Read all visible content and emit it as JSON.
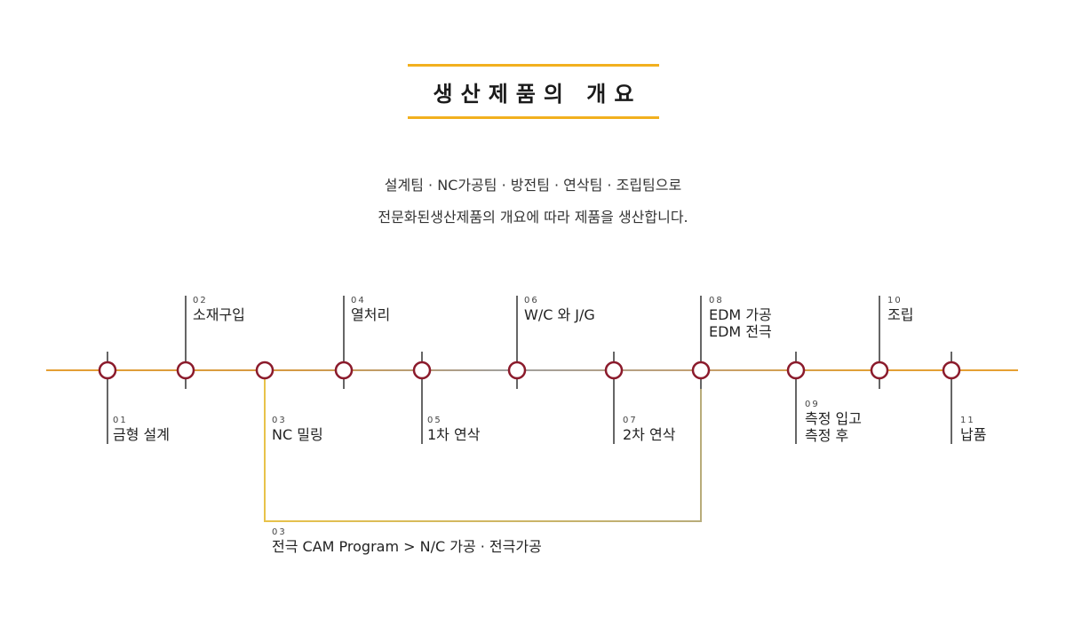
{
  "title": "생산제품의 개요",
  "description": {
    "line1": "설계팀 · NC가공팀 · 방전팀 · 연삭팀 · 조립팀으로",
    "line2": "전문화된생산제품의 개요에 따라 제품을 생산합니다."
  },
  "steps": [
    {
      "num": "01",
      "label": "금형 설계"
    },
    {
      "num": "02",
      "label": "소재구입"
    },
    {
      "num": "03",
      "label": "NC 밀링"
    },
    {
      "num": "04",
      "label": "열처리"
    },
    {
      "num": "05",
      "label": "1차 연삭"
    },
    {
      "num": "06",
      "label": "W/C 와 J/G"
    },
    {
      "num": "07",
      "label": "2차 연삭"
    },
    {
      "num": "08",
      "label": "EDM 가공",
      "label2": "EDM 전극"
    },
    {
      "num": "09",
      "label": "측정 입고",
      "label2": "측정 후"
    },
    {
      "num": "10",
      "label": "조립"
    },
    {
      "num": "11",
      "label": "납품"
    }
  ],
  "branch": {
    "num": "03",
    "label": "전극 CAM Program > N/C 가공 · 전극가공"
  },
  "colors": {
    "accent": "#f2b01e",
    "node": "#8b1a2b",
    "stem": "#666666",
    "line_orange": "#e8a030",
    "line_gray": "#9a9a9a"
  }
}
